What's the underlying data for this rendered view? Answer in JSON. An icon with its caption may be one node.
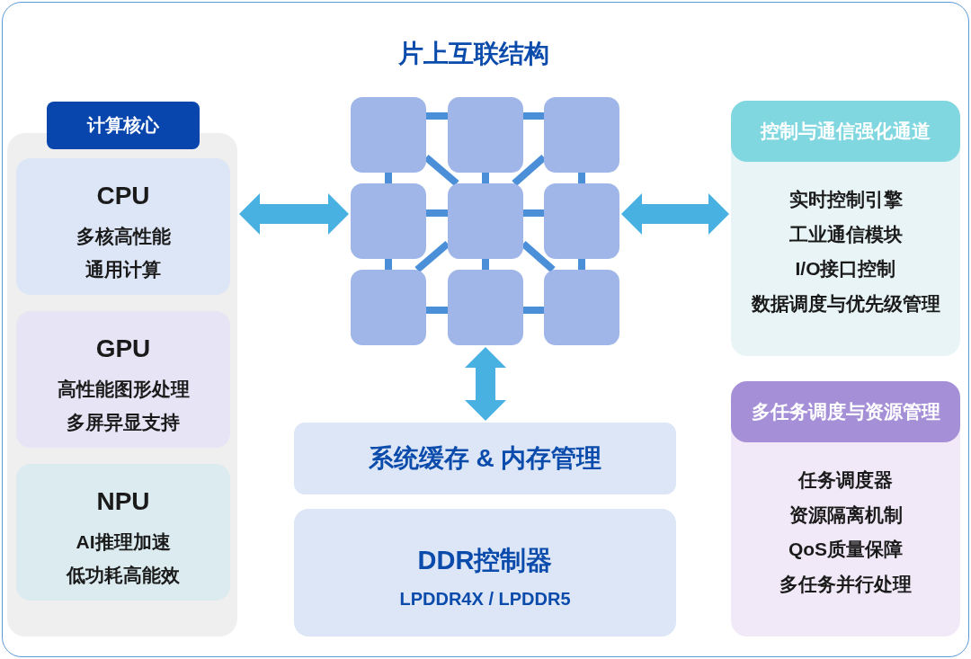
{
  "diagram": {
    "title": "片上互联结构",
    "nodes": [
      {
        "text": [
          "计算核心"
        ]
      },
      {
        "text": [
          "CPU",
          "多核高性能",
          "通用计算"
        ],
        "in": 0
      },
      {
        "text": [
          "GPU",
          "高性能图形处理",
          "多屏异显支持"
        ],
        "in": 0
      },
      {
        "text": [
          "NPU",
          "AI推理加速",
          "低功耗高能效"
        ],
        "in": 0
      },
      {
        "text": [],
        "shape": "box"
      },
      {
        "text": [],
        "shape": "box"
      },
      {
        "text": [],
        "shape": "box"
      },
      {
        "text": [],
        "shape": "box"
      },
      {
        "text": [],
        "shape": "box"
      },
      {
        "text": [],
        "shape": "box"
      },
      {
        "text": [],
        "shape": "box"
      },
      {
        "text": [],
        "shape": "box"
      },
      {
        "text": [],
        "shape": "box"
      },
      {
        "text": [
          "系统缓存 & 内存管理"
        ]
      },
      {
        "text": [
          "DDR控制器",
          "LPDDR4X / LPDDR5"
        ]
      },
      {
        "text": [
          "控制与通信强化通道",
          "实时控制引擎",
          "工业通信模块",
          "I/O接口控制",
          "数据调度与优先级管理"
        ]
      },
      {
        "text": [
          "多任务调度与资源管理",
          "任务调度器",
          "资源隔离机制",
          "QoS质量保障",
          "多任务并行处理"
        ]
      }
    ],
    "edges": [
      {
        "from": 4,
        "to": 5,
        "arrow": "none"
      },
      {
        "from": 5,
        "to": 6,
        "arrow": "none"
      },
      {
        "from": 4,
        "to": 7,
        "arrow": "none"
      },
      {
        "from": 5,
        "to": 8,
        "arrow": "none"
      },
      {
        "from": 6,
        "to": 9,
        "arrow": "none"
      },
      {
        "from": 4,
        "to": 8,
        "arrow": "none"
      },
      {
        "from": 6,
        "to": 8,
        "arrow": "none"
      },
      {
        "from": 7,
        "to": 8,
        "arrow": "none"
      },
      {
        "from": 8,
        "to": 9,
        "arrow": "none"
      },
      {
        "from": 7,
        "to": 10,
        "arrow": "none"
      },
      {
        "from": 8,
        "to": 11,
        "arrow": "none"
      },
      {
        "from": 9,
        "to": 12,
        "arrow": "none"
      },
      {
        "from": 8,
        "to": 10,
        "arrow": "none"
      },
      {
        "from": 8,
        "to": 12,
        "arrow": "none"
      },
      {
        "from": 10,
        "to": 11,
        "arrow": "none"
      },
      {
        "from": 11,
        "to": 12,
        "arrow": "none"
      },
      {
        "from": 0,
        "to": 7,
        "arrow": "both",
        "style": "thick",
        "color": "#48b1e1"
      },
      {
        "from": 9,
        "to": 15,
        "arrow": "both",
        "style": "thick",
        "color": "#48b1e1"
      },
      {
        "from": 11,
        "to": 13,
        "arrow": "both",
        "style": "thick",
        "color": "#48b1e1"
      }
    ]
  }
}
